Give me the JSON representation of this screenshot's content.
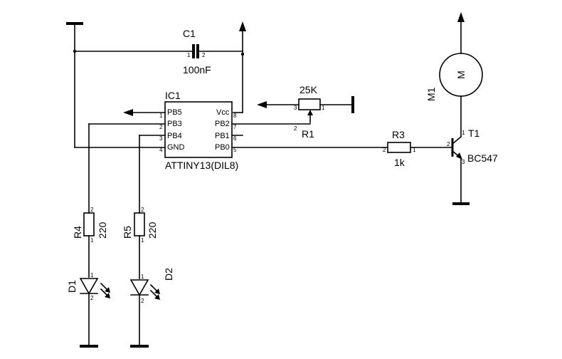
{
  "ic": {
    "ref": "IC1",
    "part": "ATTINY13(DIL8)",
    "pins_left": [
      {
        "name": "PB5",
        "num": "1"
      },
      {
        "name": "PB3",
        "num": "2"
      },
      {
        "name": "PB4",
        "num": "3"
      },
      {
        "name": "GND",
        "num": "4"
      }
    ],
    "pins_right": [
      {
        "name": "Vcc",
        "num": "8"
      },
      {
        "name": "PB2",
        "num": "7"
      },
      {
        "name": "PB1",
        "num": "6"
      },
      {
        "name": "PB0",
        "num": "5"
      }
    ]
  },
  "c1": {
    "ref": "C1",
    "value": "100nF",
    "pin1": "1",
    "pin2": "2"
  },
  "r1": {
    "ref": "R1",
    "value": "25K",
    "pin1": "1",
    "pin2": "2",
    "pin3": "3"
  },
  "r3": {
    "ref": "R3",
    "value": "1k",
    "pin1": "1",
    "pin2": "2"
  },
  "r4": {
    "ref": "R4",
    "value": "220",
    "pin1": "1",
    "pin2": "2"
  },
  "r5": {
    "ref": "R5",
    "value": "220",
    "pin1": "1",
    "pin2": "2"
  },
  "d1": {
    "ref": "D1",
    "pin1": "1",
    "pin2": "2"
  },
  "d2": {
    "ref": "D2",
    "pin1": "1",
    "pin2": "2"
  },
  "m1": {
    "ref": "M1",
    "symbol": "M"
  },
  "t1": {
    "ref": "T1",
    "part": "BC547",
    "pin1": "1",
    "pin2": "2",
    "pin3": "3"
  }
}
